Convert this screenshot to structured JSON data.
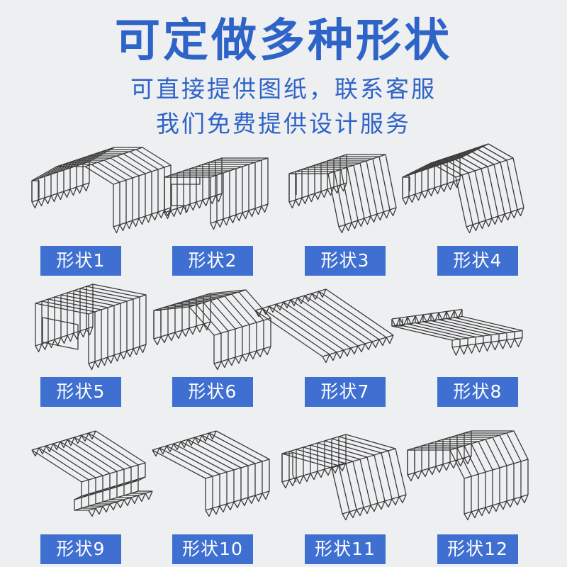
{
  "title": "可定做多种形状",
  "subtitle_line1": "可直接提供图纸，联系客服",
  "subtitle_line2": "我们免费提供设计服务",
  "colors": {
    "accent": "#2e63c8",
    "label_bg": "#3f6fd0",
    "background": "#eeeff1"
  },
  "shapes": [
    {
      "label": "形状1",
      "icon": "arched-bellows-icon"
    },
    {
      "label": "形状2",
      "icon": "c-channel-bellows-icon"
    },
    {
      "label": "形状3",
      "icon": "flat-bellows-icon"
    },
    {
      "label": "形状4",
      "icon": "roof-bellows-icon"
    },
    {
      "label": "形状5",
      "icon": "box-bellows-icon"
    },
    {
      "label": "形状6",
      "icon": "tall-arched-bellows-icon"
    },
    {
      "label": "形状7",
      "icon": "flat-plate-bellows-icon"
    },
    {
      "label": "形状8",
      "icon": "thin-plate-bellows-icon"
    },
    {
      "label": "形状9",
      "icon": "l-bracket-bellows-icon"
    },
    {
      "label": "形状10",
      "icon": "wide-bellows-icon"
    },
    {
      "label": "形状11",
      "icon": "flange-bellows-icon"
    },
    {
      "label": "形状12",
      "icon": "tunnel-bellows-icon"
    }
  ]
}
